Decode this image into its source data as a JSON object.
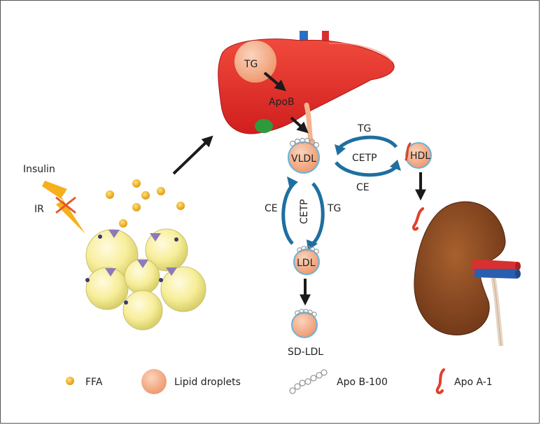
{
  "labels": {
    "insulin": "Insulin",
    "ir": "IR",
    "tg_liver": "TG",
    "apob": "ApoB",
    "vldl": "VLDL",
    "hdl": "HDL",
    "ldl": "LDL",
    "sd_ldl": "SD-LDL",
    "cetp_h": "CETP",
    "cetp_v": "CETP",
    "tg_top": "TG",
    "ce_bottom": "CE",
    "ce_left": "CE",
    "tg_right": "TG"
  },
  "legend": {
    "ffa": "FFA",
    "lipid_droplets": "Lipid droplets",
    "apo_b100": "Apo B-100",
    "apo_a1": "Apo A-1"
  },
  "colors": {
    "liver": "#e8302c",
    "ffa": "#f2b21a",
    "droplet": "#f5a27c",
    "cetp_arrow": "#1f6fa0",
    "kidney": "#8a4a24",
    "apo_a1": "#e0402a"
  }
}
